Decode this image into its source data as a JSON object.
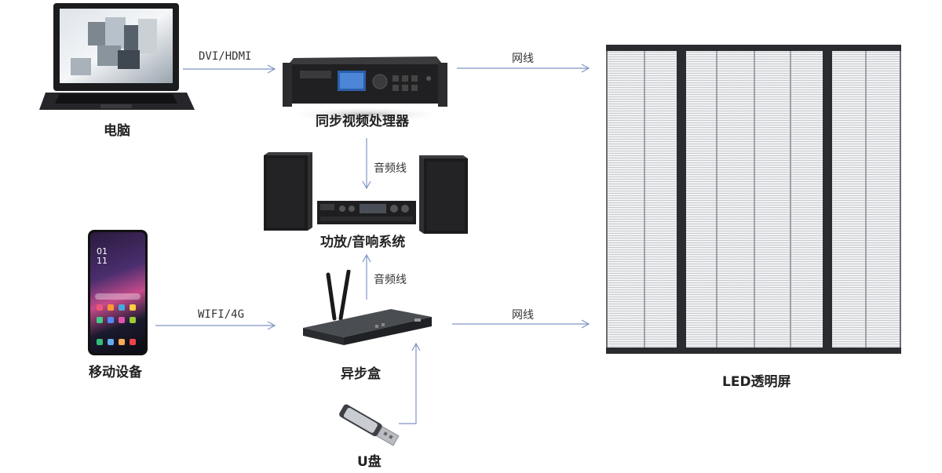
{
  "nodes": {
    "computer": "电脑",
    "sync_processor": "同步视频处理器",
    "amplifier": "功放/音响系统",
    "mobile": "移动设备",
    "async_box": "异步盒",
    "usb": "U盘",
    "led_screen": "LED透明屏"
  },
  "edges": {
    "dvi_hdmi": "DVI/HDMI",
    "network_top": "网线",
    "audio_top": "音频线",
    "wifi_4g": "WIFI/4G",
    "audio_bottom": "音频线",
    "network_bottom": "网线"
  },
  "phone_clock": {
    "hour": "01",
    "minute": "11"
  }
}
